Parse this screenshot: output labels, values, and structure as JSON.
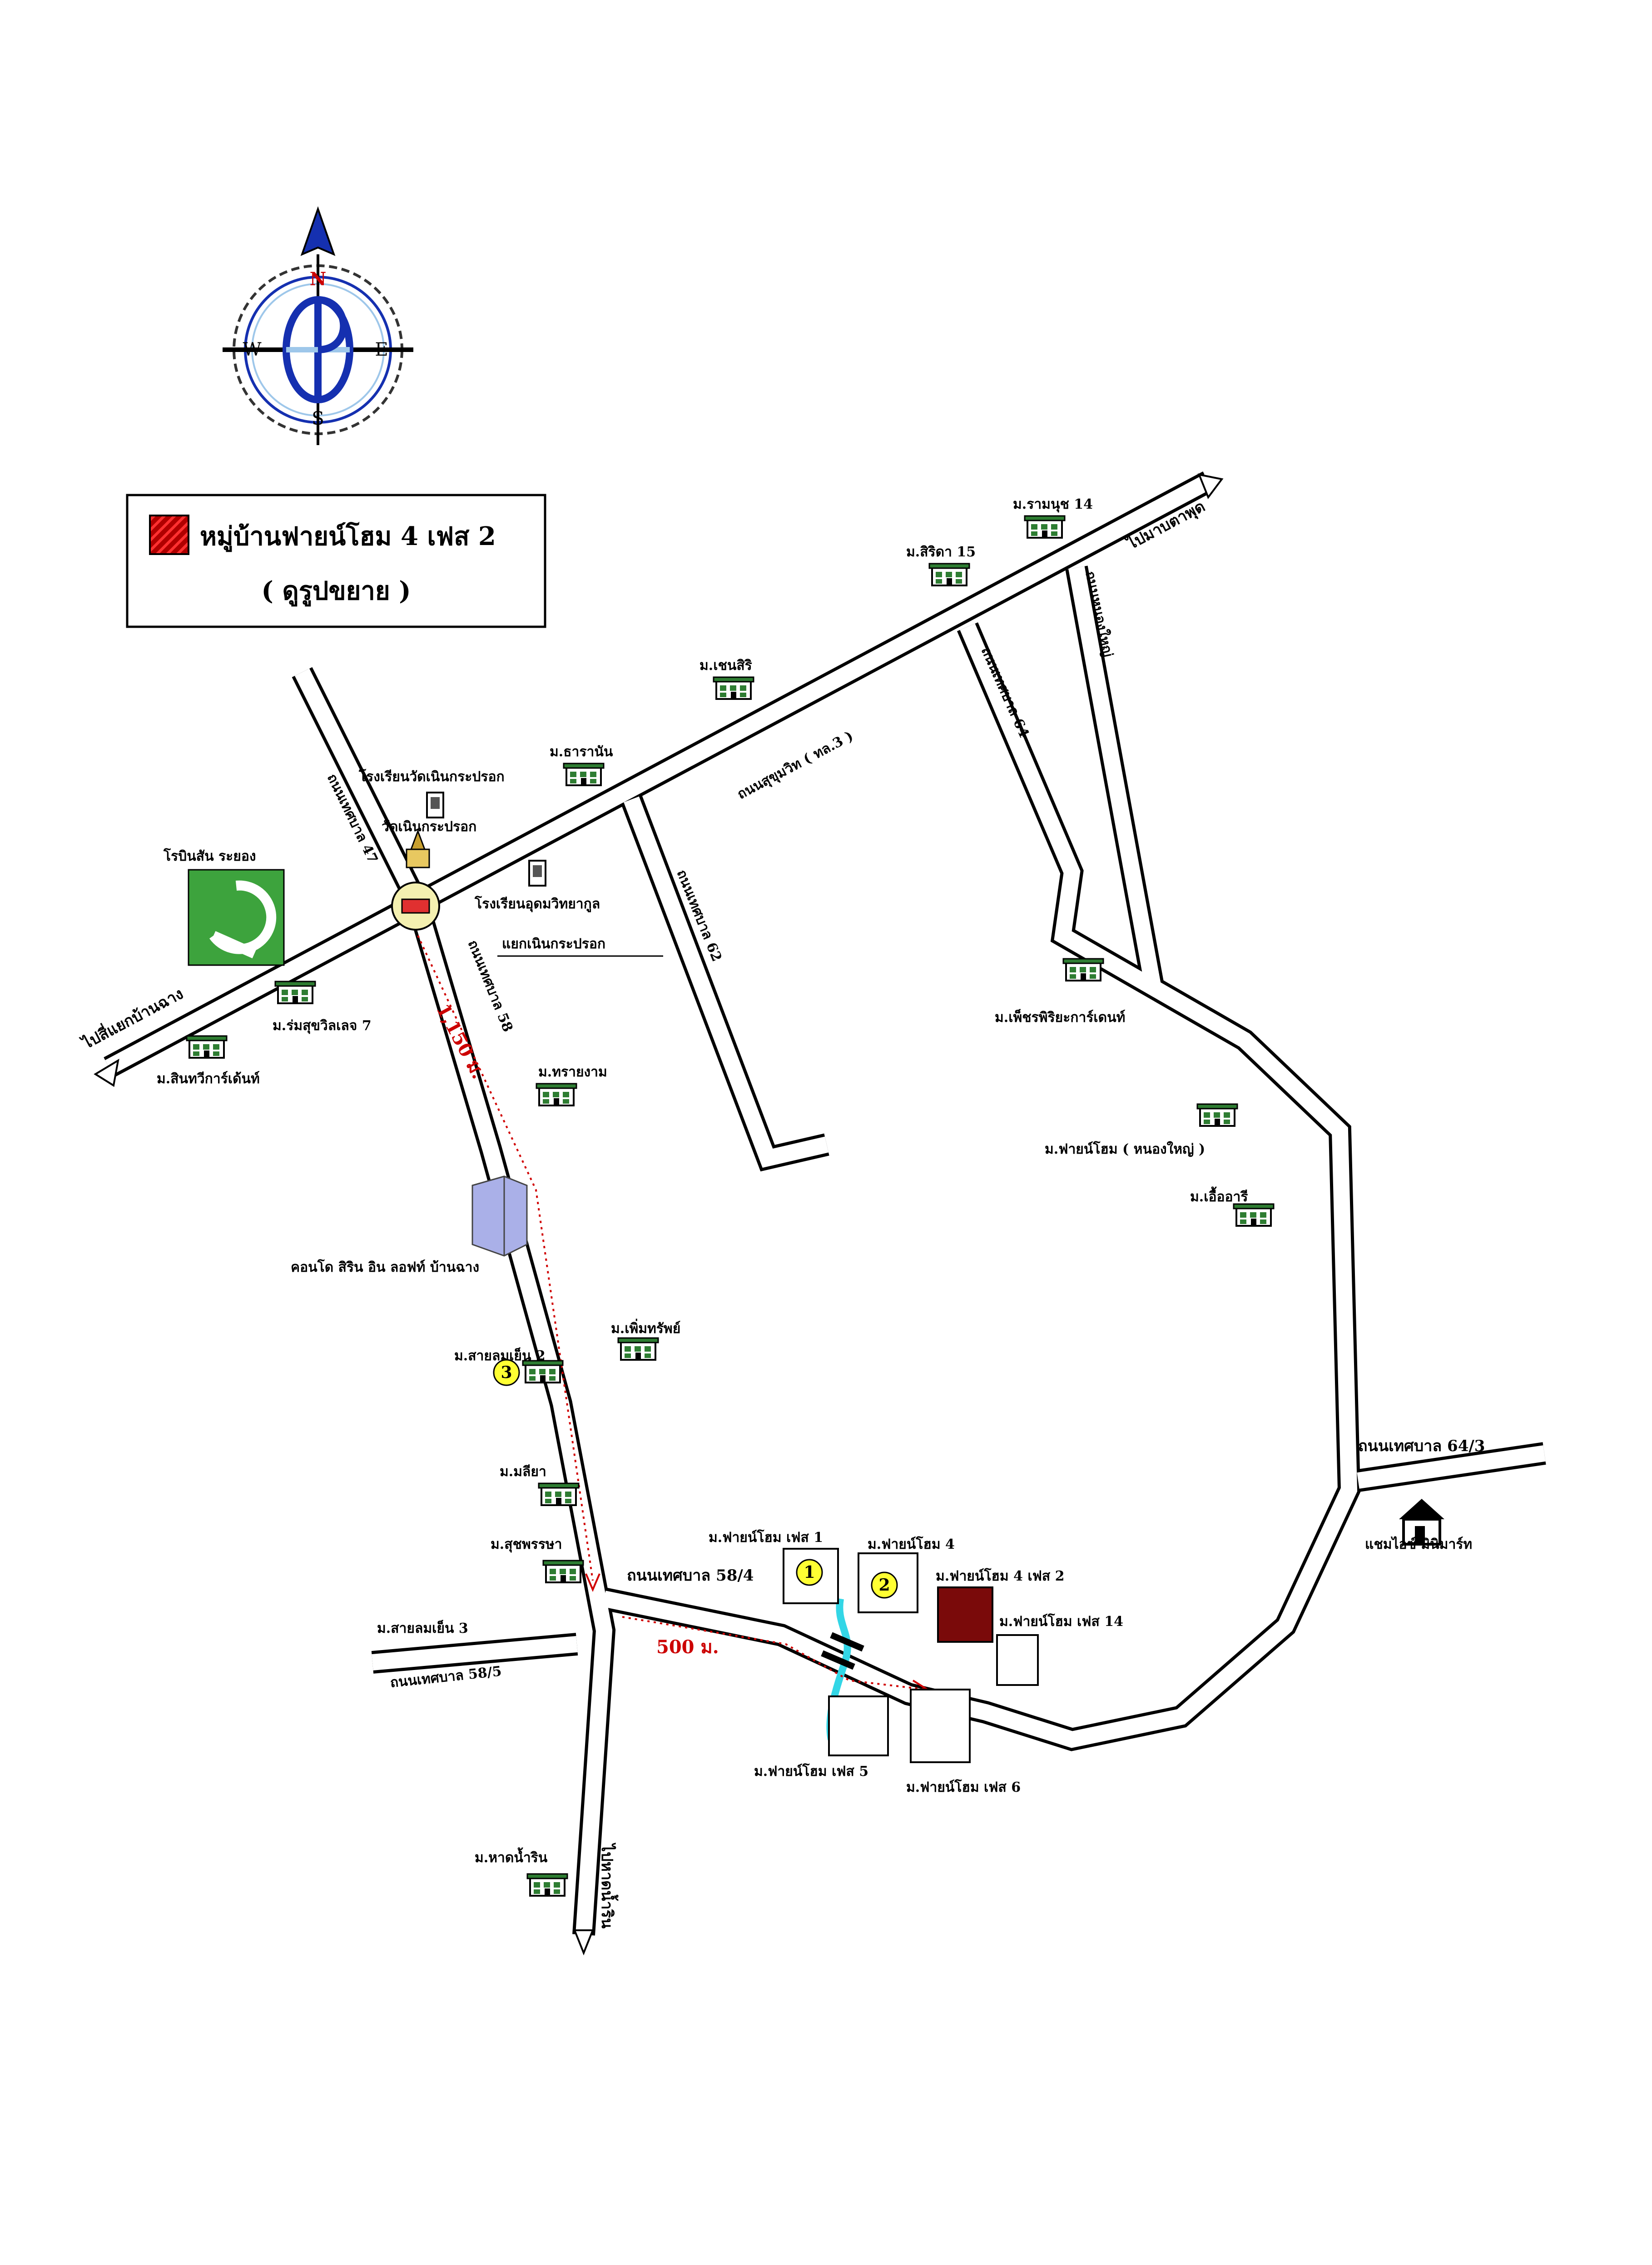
{
  "colors": {
    "target_plot": "#7a0a0a",
    "highlight_number": "#ffff33",
    "distance_line": "#d00000",
    "canal": "#33d6e6",
    "compass_blue": "#1530b0",
    "compass_light": "#9ec7ea"
  },
  "compass": {
    "n": "N",
    "s": "S",
    "e": "E",
    "w": "W"
  },
  "legend": {
    "title": "หมู่บ้านฟายน์โฮม 4 เฟส 2",
    "subtitle": "( ดูรูปขยาย )"
  },
  "roads": {
    "sukhumvit": "ถนนสุขุมวิท ( ทล.3 )",
    "to_ban_chang": "ไปสี่แยกบ้านฉาง",
    "to_map_ta_phut": "ไปมาบตาพุด",
    "to_hat_nam_rin": "ไปหาดน้ำริน",
    "thetsaban_47": "ถนนเทศบาล 47",
    "thetsaban_58": "ถนนเทศบาล 58",
    "thetsaban_62": "ถนนเทศบาล 62",
    "thetsaban_64": "ถนนเทศบาล 64",
    "nong_yai": "ถนนหนองใหญ่",
    "thetsaban_64_3": "ถนนเทศบาล 64/3",
    "thetsaban_58_4": "ถนนเทศบาล 58/4",
    "thetsaban_58_5": "ถนนเทศบาล 58/5"
  },
  "places": {
    "robinson": "โรบินสัน ระยอง",
    "school_wat": "โรงเรียนวัดเนินกระปรอก",
    "wat": "วัดเนินกระปรอก",
    "school_udom": "โรงเรียนอุดมวิทยากูล",
    "intersection": "แยกเนินกระปรอก",
    "condo": "คอนโด สิริน อิน ลอฟท์ บ้านฉาง",
    "mini_mart": "แชมไอซ์ มินิมาร์ท"
  },
  "villages": {
    "ramanut_14": "ม.รามนุช 14",
    "sirida_15": "ม.สิริดา 15",
    "chensiri": "ม.เชนสิริ",
    "tharanan": "ม.ธารานัน",
    "romsuk_7": "ม.ร่มสุขวิลเลจ 7",
    "sinthawee": "ม.สินทวีการ์เด้นท์",
    "saiyngam": "ม.ทรายงาม",
    "phetpiriya": "ม.เพ็ชรพิริยะการ์เดนท์",
    "finehome_nongyai": "ม.ฟายน์โฮม ( หนองใหญ่ )",
    "uea_aree": "ม.เอื้ออารี",
    "permsap": "ม.เพิ่มทรัพย์",
    "sailom_2": "ม.สายลมเย็น 2",
    "maliya": "ม.มลียา",
    "suchanya": "ม.สุชพรรษา",
    "sailom_3": "ม.สายลมเย็น 3",
    "hat_nam_rin": "ม.หาดน้ำริน",
    "fh_phase1": "ม.ฟายน์โฮม เฟส 1",
    "fh_4": "ม.ฟายน์โฮม 4",
    "fh_4_phase2": "ม.ฟายน์โฮม 4 เฟส 2",
    "fh_phase14": "ม.ฟายน์โฮม เฟส 14",
    "fh_phase5": "ม.ฟายน์โฮม เฟส 5",
    "fh_phase6": "ม.ฟายน์โฮม เฟส 6"
  },
  "distances": {
    "d1150": "1,150 ม.",
    "d500": "500 ม."
  },
  "markers": {
    "m1": "1",
    "m2": "2",
    "m3": "3"
  }
}
